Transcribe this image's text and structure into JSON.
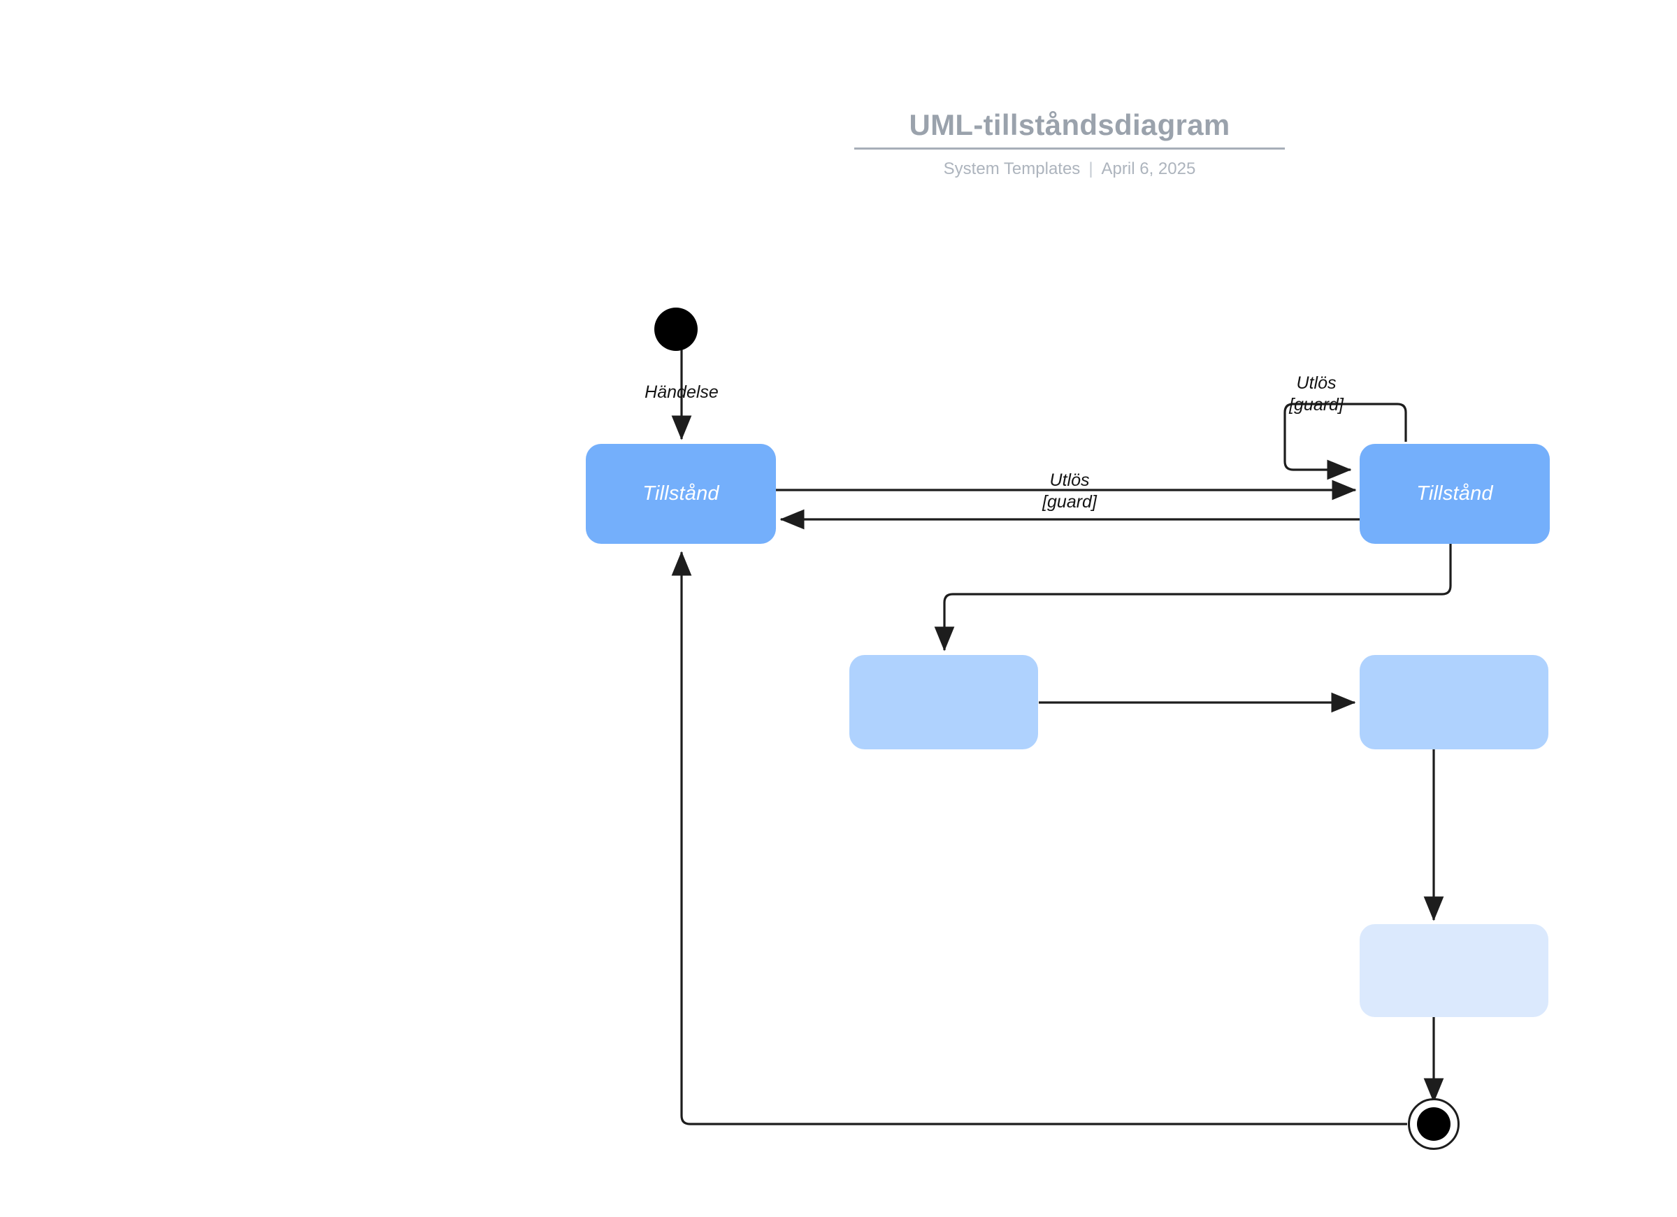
{
  "header": {
    "title": "UML-tillståndsdiagram",
    "source": "System Templates",
    "separator": "|",
    "date": "April 6, 2025"
  },
  "colors": {
    "state_primary": "#74AFFB",
    "state_mid": "#AFD2FE",
    "state_light": "#DBE9FD",
    "edge": "#1d1d1d",
    "title": "#9aa2ac",
    "subtitle": "#adb4bd",
    "state_label": "#ffffff"
  },
  "diagram": {
    "type": "uml-state-diagram",
    "nodes": [
      {
        "id": "initial",
        "kind": "initial-node",
        "label": ""
      },
      {
        "id": "state-left",
        "kind": "state",
        "label": "Tillstånd",
        "fill": "state_primary"
      },
      {
        "id": "state-right",
        "kind": "state",
        "label": "Tillstånd",
        "fill": "state_primary"
      },
      {
        "id": "state-mid-left",
        "kind": "state",
        "label": "",
        "fill": "state_mid"
      },
      {
        "id": "state-mid-right",
        "kind": "state",
        "label": "",
        "fill": "state_mid"
      },
      {
        "id": "state-bottom",
        "kind": "state",
        "label": "",
        "fill": "state_light"
      },
      {
        "id": "final",
        "kind": "final-node",
        "label": ""
      }
    ],
    "transitions": [
      {
        "id": "t-initial",
        "from": "initial",
        "to": "state-left",
        "event": "Händelse",
        "guard": ""
      },
      {
        "id": "t-forward",
        "from": "state-left",
        "to": "state-right",
        "event": "Utlös",
        "guard": "[guard]"
      },
      {
        "id": "t-back",
        "from": "state-right",
        "to": "state-left",
        "event": "",
        "guard": ""
      },
      {
        "id": "t-self",
        "from": "state-right",
        "to": "state-right",
        "event": "Utlös",
        "guard": "[guard]"
      },
      {
        "id": "t-down",
        "from": "state-right",
        "to": "state-mid-left",
        "event": "",
        "guard": ""
      },
      {
        "id": "t-mid",
        "from": "state-mid-left",
        "to": "state-mid-right",
        "event": "",
        "guard": ""
      },
      {
        "id": "t-to-bottom",
        "from": "state-mid-right",
        "to": "state-bottom",
        "event": "",
        "guard": ""
      },
      {
        "id": "t-to-final",
        "from": "state-bottom",
        "to": "final",
        "event": "",
        "guard": ""
      },
      {
        "id": "t-return",
        "from": "final",
        "to": "state-left",
        "event": "",
        "guard": ""
      }
    ],
    "labels": {
      "initial_event": "Händelse",
      "forward_event": "Utlös",
      "forward_guard": "[guard]",
      "self_event": "Utlös",
      "self_guard": "[guard]"
    }
  }
}
